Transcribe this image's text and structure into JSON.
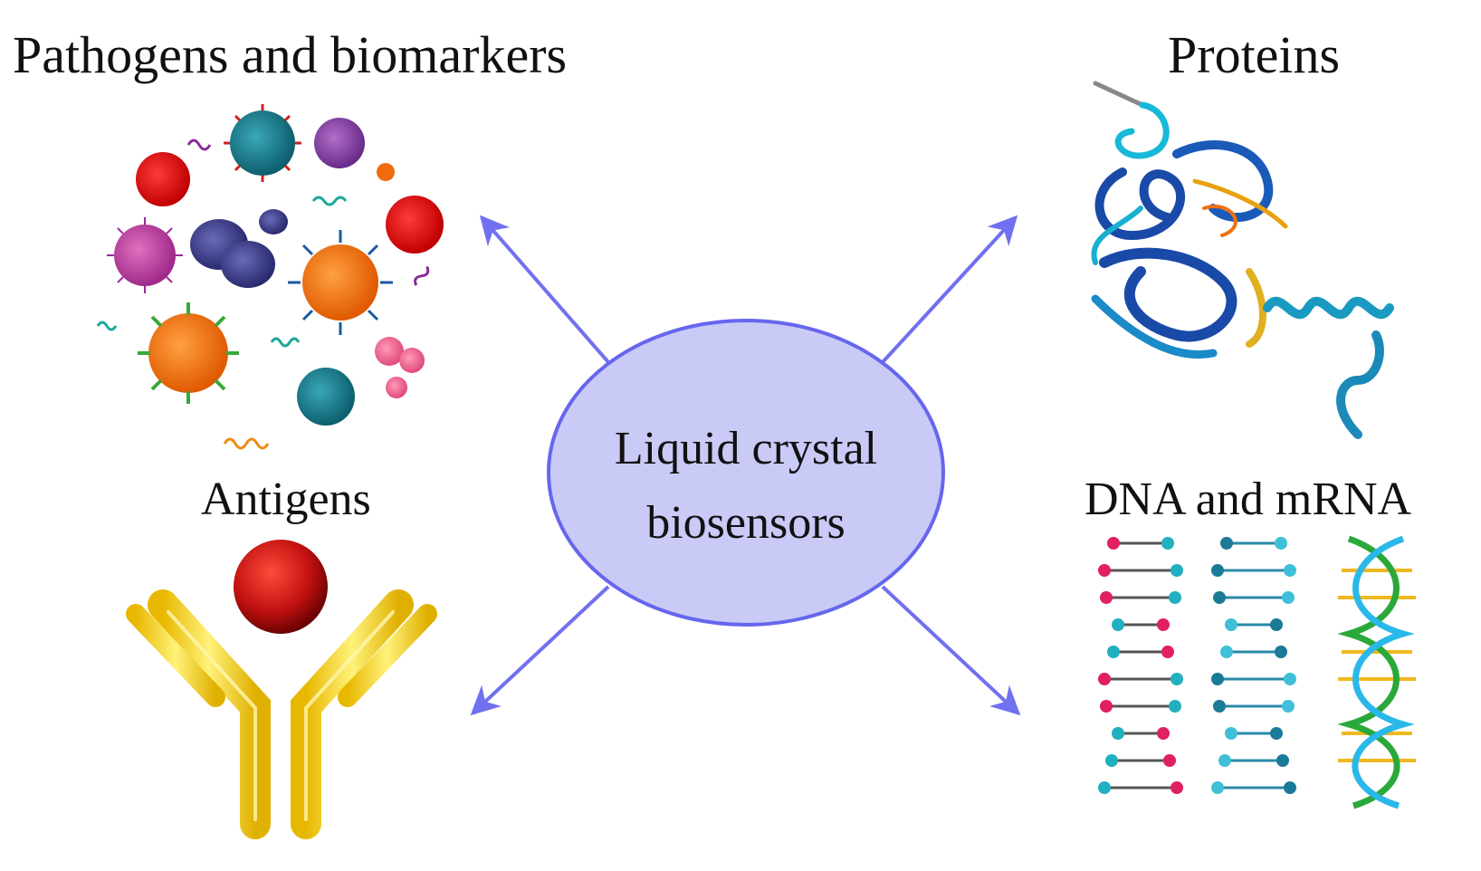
{
  "center": {
    "line1": "Liquid crystal",
    "line2": "biosensors"
  },
  "labels": {
    "pathogens": "Pathogens and biomarkers",
    "proteins": "Proteins",
    "antigens": "Antigens",
    "dna": "DNA and mRNA"
  },
  "colors": {
    "arrow": "#7070f0",
    "ellipse_fill": "#c9caf6",
    "ellipse_stroke": "#6666ee"
  }
}
